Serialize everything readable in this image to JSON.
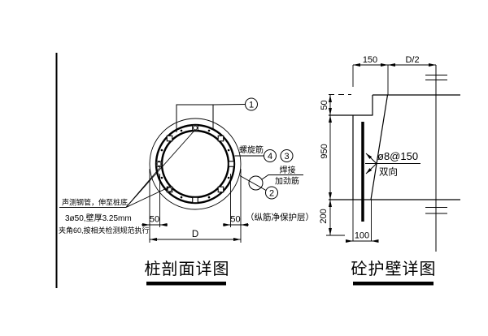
{
  "left_view": {
    "title": "桩剖面详图",
    "notes": {
      "line1": "声测钢管，伸至桩底",
      "line2": "3ø50,壁厚3.25mm",
      "line3": "夹角60,按相关检测规范执行"
    },
    "labels": {
      "spiral": "螺旋筋",
      "weld_top": "焊接",
      "weld_bottom": "加劲筋",
      "cover_note": "（纵筋净保护层）"
    },
    "callouts": {
      "n1": "1",
      "n2": "2",
      "n3": "3",
      "n4": "4"
    },
    "dims": {
      "cover_left": "50",
      "cover_right": "50",
      "diameter": "D"
    }
  },
  "right_view": {
    "title": "砼护壁详图",
    "dims": {
      "width_top": "150",
      "half_diameter": "D/2",
      "step_height": "50",
      "wall_height": "950",
      "lap_length": "200",
      "wall_thickness": "100"
    },
    "rebar": {
      "spec": "ø8@150",
      "direction": "双向"
    }
  }
}
